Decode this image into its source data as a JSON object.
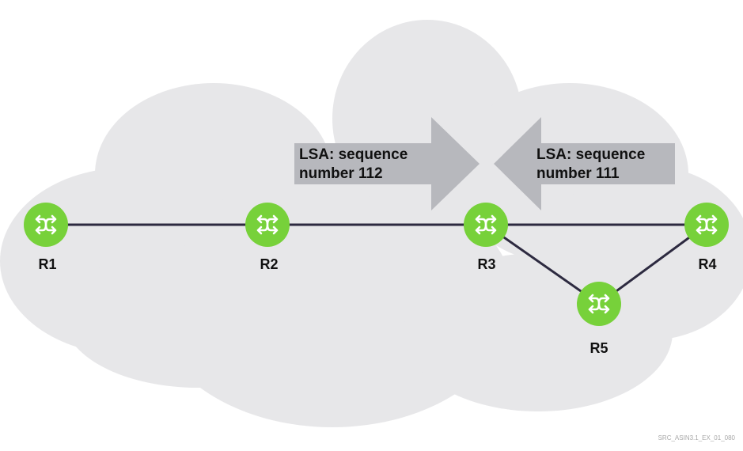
{
  "diagram": {
    "routers": [
      {
        "id": "R1",
        "label": "R1"
      },
      {
        "id": "R2",
        "label": "R2"
      },
      {
        "id": "R3",
        "label": "R3"
      },
      {
        "id": "R4",
        "label": "R4"
      },
      {
        "id": "R5",
        "label": "R5"
      }
    ],
    "links": [
      {
        "from": "R1",
        "to": "R2"
      },
      {
        "from": "R2",
        "to": "R3"
      },
      {
        "from": "R3",
        "to": "R4"
      },
      {
        "from": "R3",
        "to": "R5"
      },
      {
        "from": "R5",
        "to": "R4"
      }
    ],
    "lsa_left": {
      "line1": "LSA: sequence",
      "line2": "number 112",
      "direction": "right"
    },
    "lsa_right": {
      "line1": "LSA: sequence",
      "line2": "number 111",
      "direction": "left"
    },
    "figure_id": "SRC_ASIN3.1_EX_01_080",
    "colors": {
      "cloud": "#e7e7e9",
      "router": "#77d13a",
      "router_symbol": "#ffffff",
      "link": "#2d2a40",
      "arrow": "#b7b8bd"
    },
    "icon": "router-icon"
  }
}
